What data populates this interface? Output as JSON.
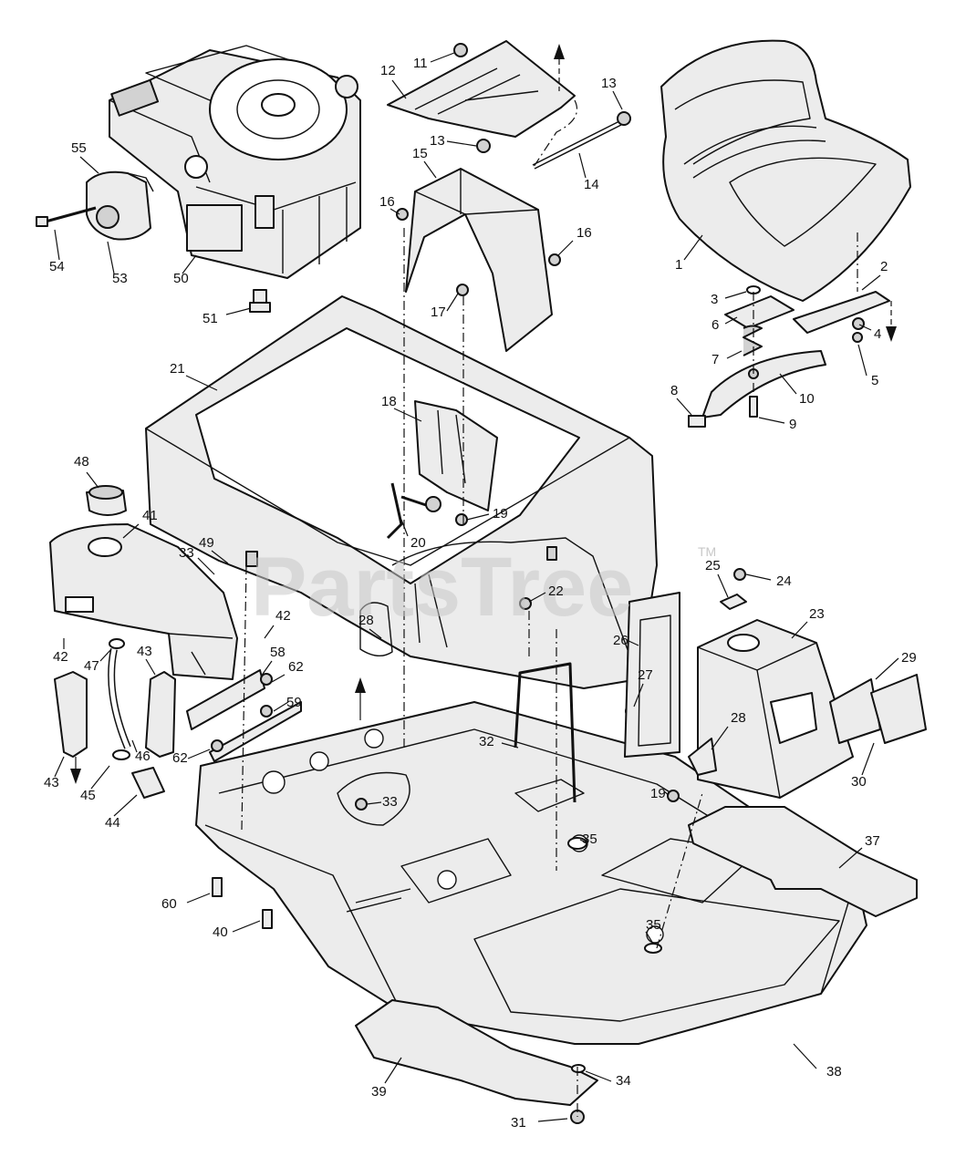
{
  "watermark": {
    "text": "PartsTree",
    "trademark": "TM"
  },
  "callouts": [
    {
      "label": "1"
    },
    {
      "label": "2"
    },
    {
      "label": "3"
    },
    {
      "label": "4"
    },
    {
      "label": "5"
    },
    {
      "label": "6"
    },
    {
      "label": "7"
    },
    {
      "label": "8"
    },
    {
      "label": "9"
    },
    {
      "label": "10"
    },
    {
      "label": "11"
    },
    {
      "label": "12"
    },
    {
      "label": "13"
    },
    {
      "label": "13"
    },
    {
      "label": "14"
    },
    {
      "label": "15"
    },
    {
      "label": "16"
    },
    {
      "label": "16"
    },
    {
      "label": "17"
    },
    {
      "label": "18"
    },
    {
      "label": "19"
    },
    {
      "label": "19"
    },
    {
      "label": "20"
    },
    {
      "label": "21"
    },
    {
      "label": "22"
    },
    {
      "label": "23"
    },
    {
      "label": "24"
    },
    {
      "label": "25"
    },
    {
      "label": "26"
    },
    {
      "label": "27"
    },
    {
      "label": "28"
    },
    {
      "label": "28"
    },
    {
      "label": "29"
    },
    {
      "label": "30"
    },
    {
      "label": "31"
    },
    {
      "label": "32"
    },
    {
      "label": "33"
    },
    {
      "label": "33"
    },
    {
      "label": "34"
    },
    {
      "label": "35"
    },
    {
      "label": "35"
    },
    {
      "label": "37"
    },
    {
      "label": "38"
    },
    {
      "label": "39"
    },
    {
      "label": "40"
    },
    {
      "label": "41"
    },
    {
      "label": "42"
    },
    {
      "label": "42"
    },
    {
      "label": "43"
    },
    {
      "label": "43"
    },
    {
      "label": "44"
    },
    {
      "label": "45"
    },
    {
      "label": "46"
    },
    {
      "label": "47"
    },
    {
      "label": "48"
    },
    {
      "label": "49"
    },
    {
      "label": "50"
    },
    {
      "label": "51"
    },
    {
      "label": "53"
    },
    {
      "label": "54"
    },
    {
      "label": "55"
    },
    {
      "label": "58"
    },
    {
      "label": "59"
    },
    {
      "label": "60"
    },
    {
      "label": "62"
    },
    {
      "label": "62"
    }
  ]
}
